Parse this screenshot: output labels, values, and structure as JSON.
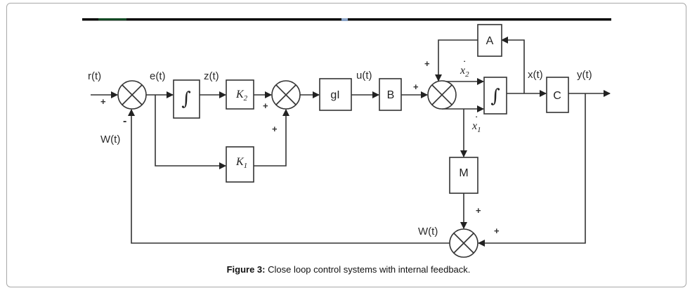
{
  "figure": {
    "caption_label": "Figure 3:",
    "caption_text": " Close loop control systems with internal feedback."
  },
  "signals": {
    "r": "r(t)",
    "e": "e(t)",
    "z": "z(t)",
    "u": "u(t)",
    "x": "x(t)",
    "y": "y(t)",
    "w_left": "W(t)",
    "w_bottom": "W(t)",
    "x2dot_base": "x",
    "x2dot_sub": "2",
    "x1dot_base": "x",
    "x1dot_sub": "1"
  },
  "blocks": {
    "integrator1": "∫",
    "k2_base": "K",
    "k2_sub": "2",
    "k1_base": "K",
    "k1_sub": "1",
    "gi": "gI",
    "b": "B",
    "a": "A",
    "integrator2": "∫",
    "c": "C",
    "m": "M"
  },
  "signs": {
    "sum1_r": "+",
    "sum1_w": "-",
    "sum2_k2": "+",
    "sum2_k1": "+",
    "sum3_b": "+",
    "sum3_a": "+",
    "sum4_m": "+",
    "sum4_y": "+"
  },
  "colors": {
    "line": "#333333",
    "top_rule": "#000000"
  }
}
